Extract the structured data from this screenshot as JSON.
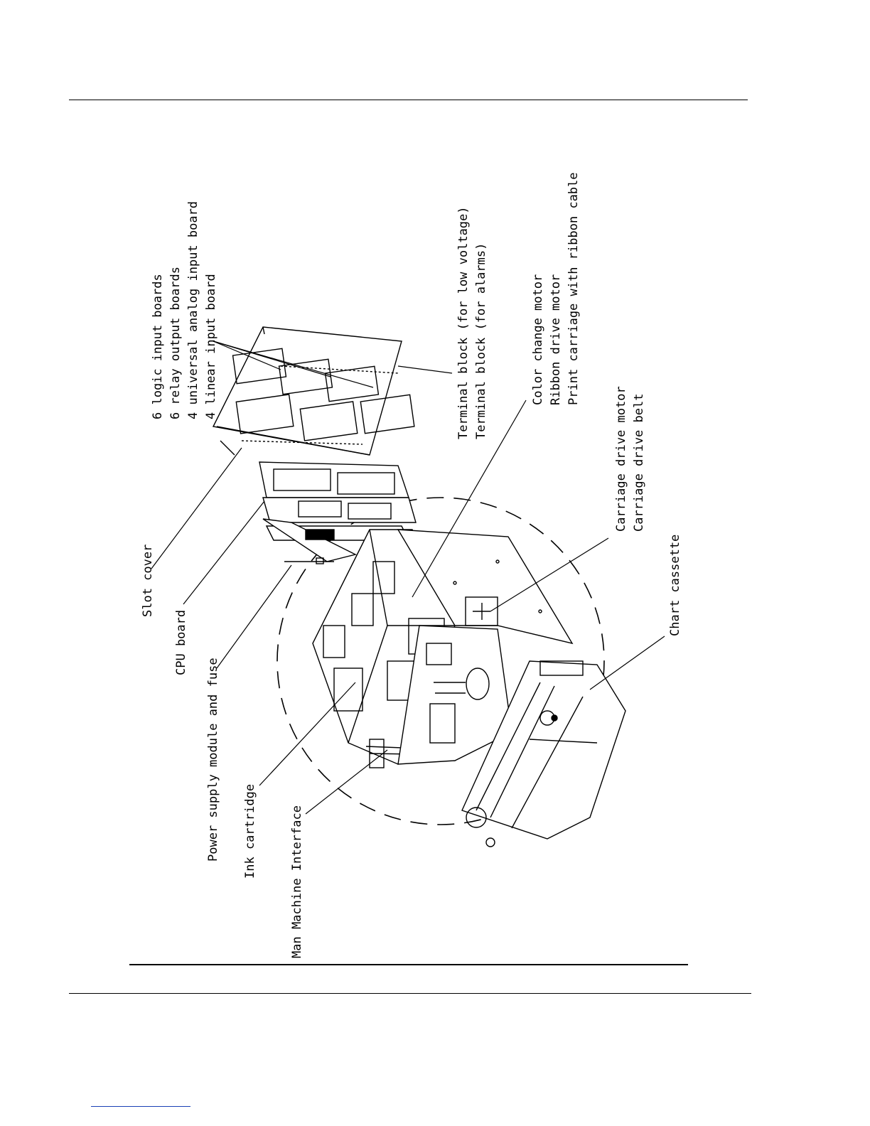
{
  "labels": {
    "boards": [
      "6 logic input boards",
      "6 relay output boards",
      "4 universal analog input board",
      "4 linear input board"
    ],
    "terminal": [
      "Terminal block (for low voltage)",
      "Terminal block (for alarms)"
    ],
    "motors": [
      "Color change motor",
      "Ribbon drive motor",
      "Print carriage with ribbon cable"
    ],
    "carriage": [
      "Carriage drive motor",
      "Carriage drive belt"
    ],
    "chart_cassette": "Chart cassette",
    "slot_cover": "Slot cover",
    "cpu_board": "CPU board",
    "power_supply": "Power supply module and fuse",
    "ink_cartridge": "Ink cartridge",
    "mmi": "Man Machine Interface"
  }
}
